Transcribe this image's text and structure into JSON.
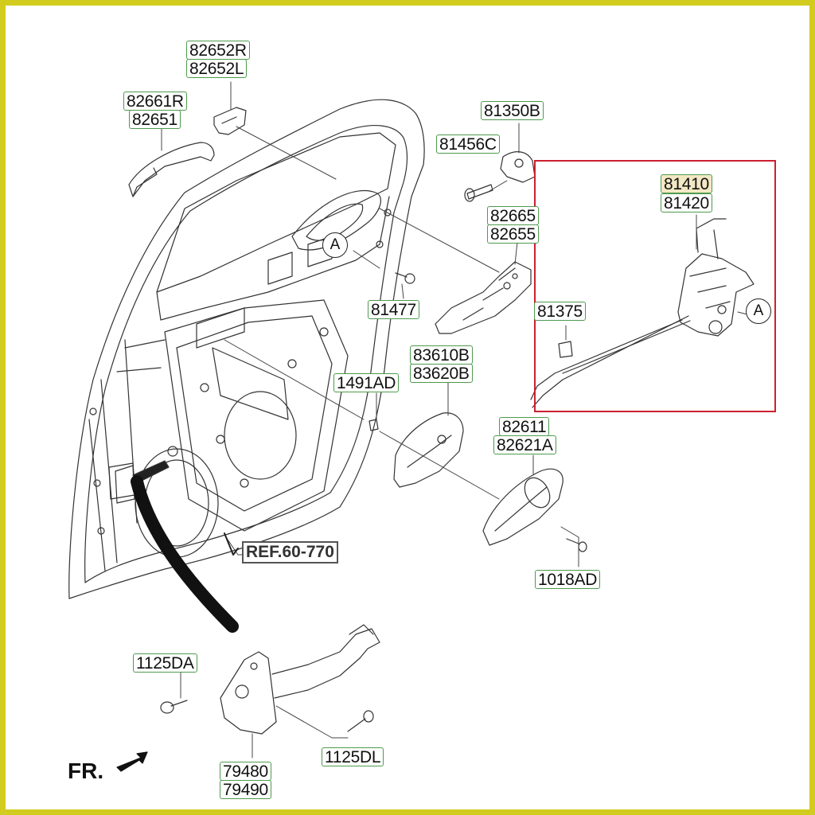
{
  "part_labels": {
    "p82652R": "82652R",
    "p82652L": "82652L",
    "p82661R": "82661R",
    "p82651": "82651",
    "p81350B": "81350B",
    "p81456C": "81456C",
    "p81410": "81410",
    "p81420": "81420",
    "p82665": "82665",
    "p82655": "82655",
    "p81477": "81477",
    "p81375": "81375",
    "p83610B": "83610B",
    "p83620B": "83620B",
    "p1491AD": "1491AD",
    "p82611": "82611",
    "p82621A": "82621A",
    "p1018AD": "1018AD",
    "p1125DA": "1125DA",
    "p1125DL": "1125DL",
    "p79480": "79480",
    "p79490": "79490"
  },
  "reference_label": "REF.60-770",
  "front_indicator": "FR.",
  "callout_marker": "A",
  "colors": {
    "frame": "#d2cc1e",
    "highlight_box": "#cc2030",
    "label_border": "#4e9a4e",
    "highlight_fill": "#f3e8c4"
  }
}
